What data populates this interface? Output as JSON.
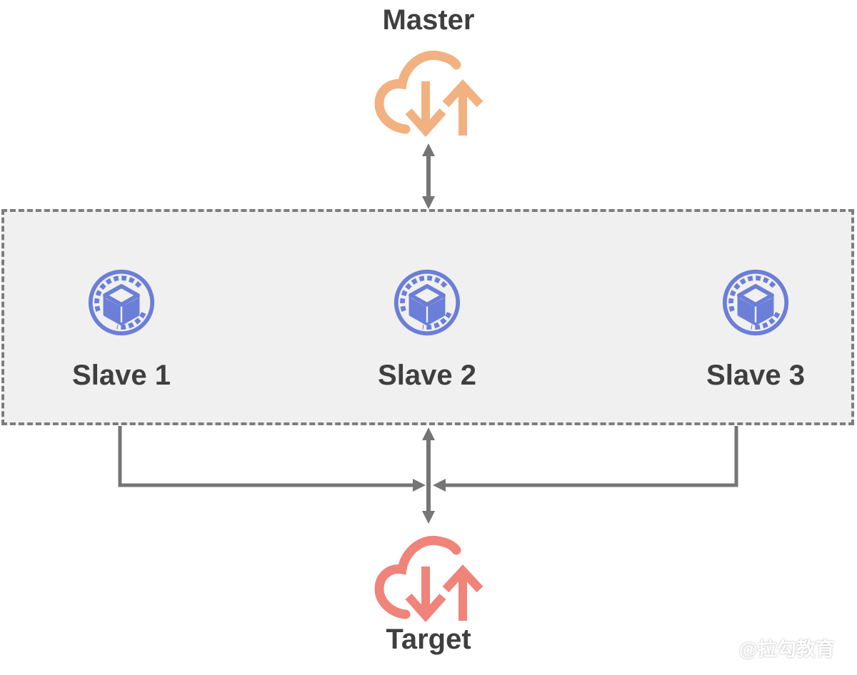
{
  "master": {
    "label": "Master",
    "icon": "cloud-sync-icon"
  },
  "cluster": {
    "slaves": [
      {
        "label": "Slave 1",
        "icon": "cube-registry-icon"
      },
      {
        "label": "Slave 2",
        "icon": "cube-registry-icon"
      },
      {
        "label": "Slave 3",
        "icon": "cube-registry-icon"
      }
    ]
  },
  "target": {
    "label": "Target",
    "icon": "cloud-sync-icon"
  },
  "watermark": {
    "text": "@拉勾教育"
  },
  "colors": {
    "master_cloud": "#F2B181",
    "target_cloud": "#F0837A",
    "slave_icon": "#6B7ED8",
    "connector": "#757575",
    "box_fill": "#F0F0F0",
    "box_border": "#7D7D7D",
    "label_text": "#3F3F3F",
    "watermark_text": "#FFFFFF"
  }
}
